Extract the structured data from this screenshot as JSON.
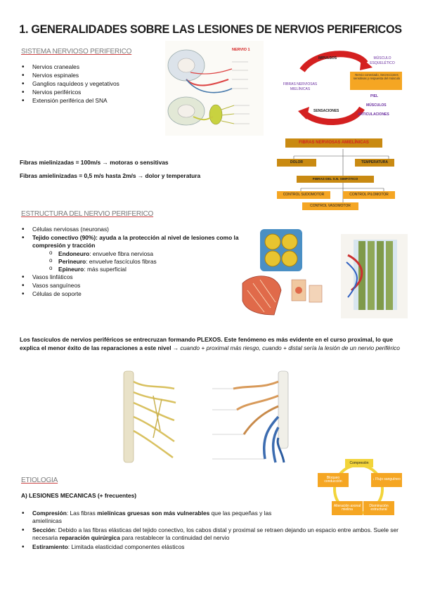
{
  "title": "1. GENERALIDADES SOBRE LAS LESIONES DE NERVIOS PERIFERICOS",
  "sec1": {
    "heading": "SISTEMA NERVIOSO PERIFERICO",
    "items": [
      "Nervios craneales",
      "Nervios espinales",
      "Ganglios raquídeos y vegetativos",
      "Nervios periféricos",
      "Extensión periférica del SNA"
    ],
    "fiber1": "Fibras mielinizadas = 100m/s → motoras o sensitivas",
    "fiber2": "Fibras amielinizadas = 0,5 m/s hasta 2m/s → dolor y temperatura"
  },
  "diagram1": {
    "impulsos": "IMPULSOS",
    "musculo": "MÚSCULO ESQUELÉTICO",
    "box": "Nervio conectado, Secrecciones sensitivas y respuesta del músculo",
    "fibras": "FIBRAS NERVIOSAS MIELÍNICAS",
    "piel": "PIEL",
    "musculos": "MÚSCULOS",
    "articulaciones": "ARTICULACIONES",
    "sensaciones": "SENSACIONES"
  },
  "nervio_label": "NERVIO 1",
  "diagram2": {
    "top": "FIBRAS NERVIOSAS AMIELÍNICAS",
    "dolor": "DOLOR",
    "temperatura": "TEMPERATURA",
    "sn": "FIBRAS DEL S.N. SIMPÁTICO",
    "sudo": "CONTROL SUDOMOTOR",
    "pilo": "CONTROL PILOMOTOR",
    "vaso": "CONTROL VASOMOTOR"
  },
  "sec2": {
    "heading": "ESTRUCTURA DEL NERVIO PERIFERICO",
    "item1": "Células nerviosas (neuronas)",
    "tejido_b": "Tejido conectivo (90%):",
    "tejido_r": " ayuda a la protección al nivel de lesiones como la compresión y tracción",
    "endo_b": "Endoneuro",
    "endo_r": ": envuelve fibra nerviosa",
    "peri_b": "Perineuro",
    "peri_r": ": envuelve fascículos fibras",
    "epi_b": "Epineuro",
    "epi_r": ": más superficial",
    "item3": "Vasos linfáticos",
    "item4": "Vasos sanguíneos",
    "item5": "Células de soporte"
  },
  "plexos": {
    "bold": "Los fascículos de nervios periféricos se entrecruzan formando PLEXOS. Este fenómeno es más evidente en el curso proximal, lo que explica el menor éxito de las reparaciones a este nivel",
    "italic": " → cuando + proximal más riesgo, cuando + distal sería la lesión de un nervio periférico"
  },
  "sec3": {
    "heading": "ETIOLOGIA",
    "sub": "A)   LESIONES MECANICAS (+ frecuentes)",
    "comp_b": "Compresión",
    "comp_r1": ": Las fibras ",
    "comp_b2": "mielínicas gruesas son más vulnerables",
    "comp_r2": " que las pequeñas y las amielínicas",
    "secc_b": "Sección",
    "secc_r1": ": Debido a las fibras elásticas del tejido conectivo, los cabos distal y proximal se retraen dejando un espacio entre ambos. Suele ser necesaria ",
    "secc_b2": "reparación quirúrgica",
    "secc_r2": " para restablecer la continuidad del nervio",
    "est_b": "Estiramiento",
    "est_r": ": Limitada elasticidad componentes elásticos"
  },
  "cycle": {
    "top": "Compresión",
    "right": "↓ Flujo sanguíneo",
    "br": "Disminución estructural",
    "bl": "Alteración axonal mielina",
    "left": "Bloqueo conducción"
  },
  "colors": {
    "accent_red": "#d42020",
    "box_orange": "#f5a623",
    "box_dark": "#c98a12",
    "cycle_yellow": "#f2d43a",
    "purple": "#6a2ea0"
  }
}
